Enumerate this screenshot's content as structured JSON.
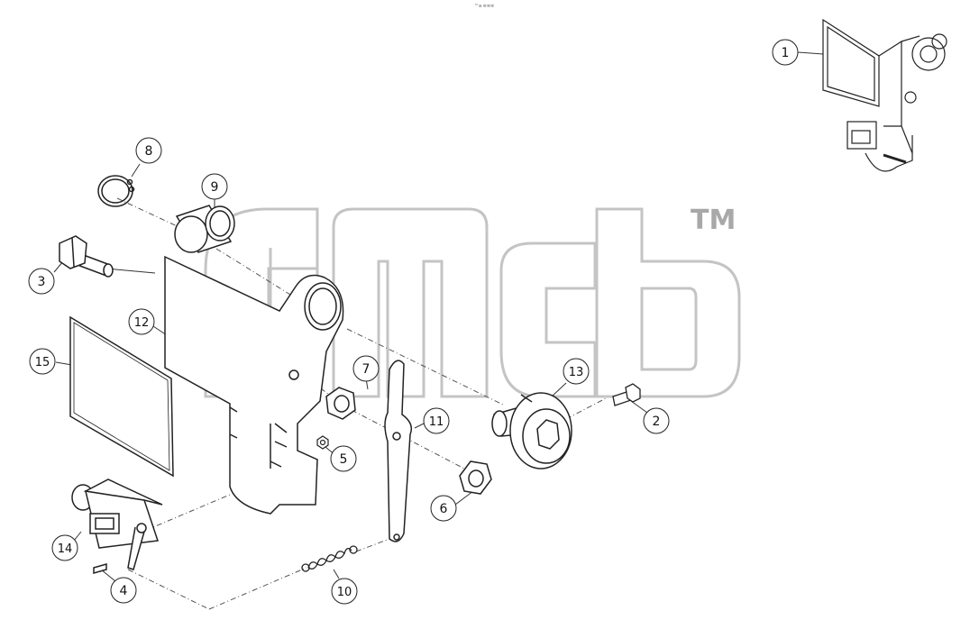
{
  "header": {
    "tiny_text": "™a ≡≡≡"
  },
  "watermark": {
    "trademark": "TM"
  },
  "callouts": [
    {
      "label": "1"
    },
    {
      "label": "2"
    },
    {
      "label": "3"
    },
    {
      "label": "4"
    },
    {
      "label": "5"
    },
    {
      "label": "6"
    },
    {
      "label": "7"
    },
    {
      "label": "8"
    },
    {
      "label": "9"
    },
    {
      "label": "10"
    },
    {
      "label": "11"
    },
    {
      "label": "12"
    },
    {
      "label": "13"
    },
    {
      "label": "14"
    },
    {
      "label": "15"
    }
  ],
  "colors": {
    "line": "#222222",
    "watermark": "#bdbdbd",
    "background": "#ffffff"
  }
}
